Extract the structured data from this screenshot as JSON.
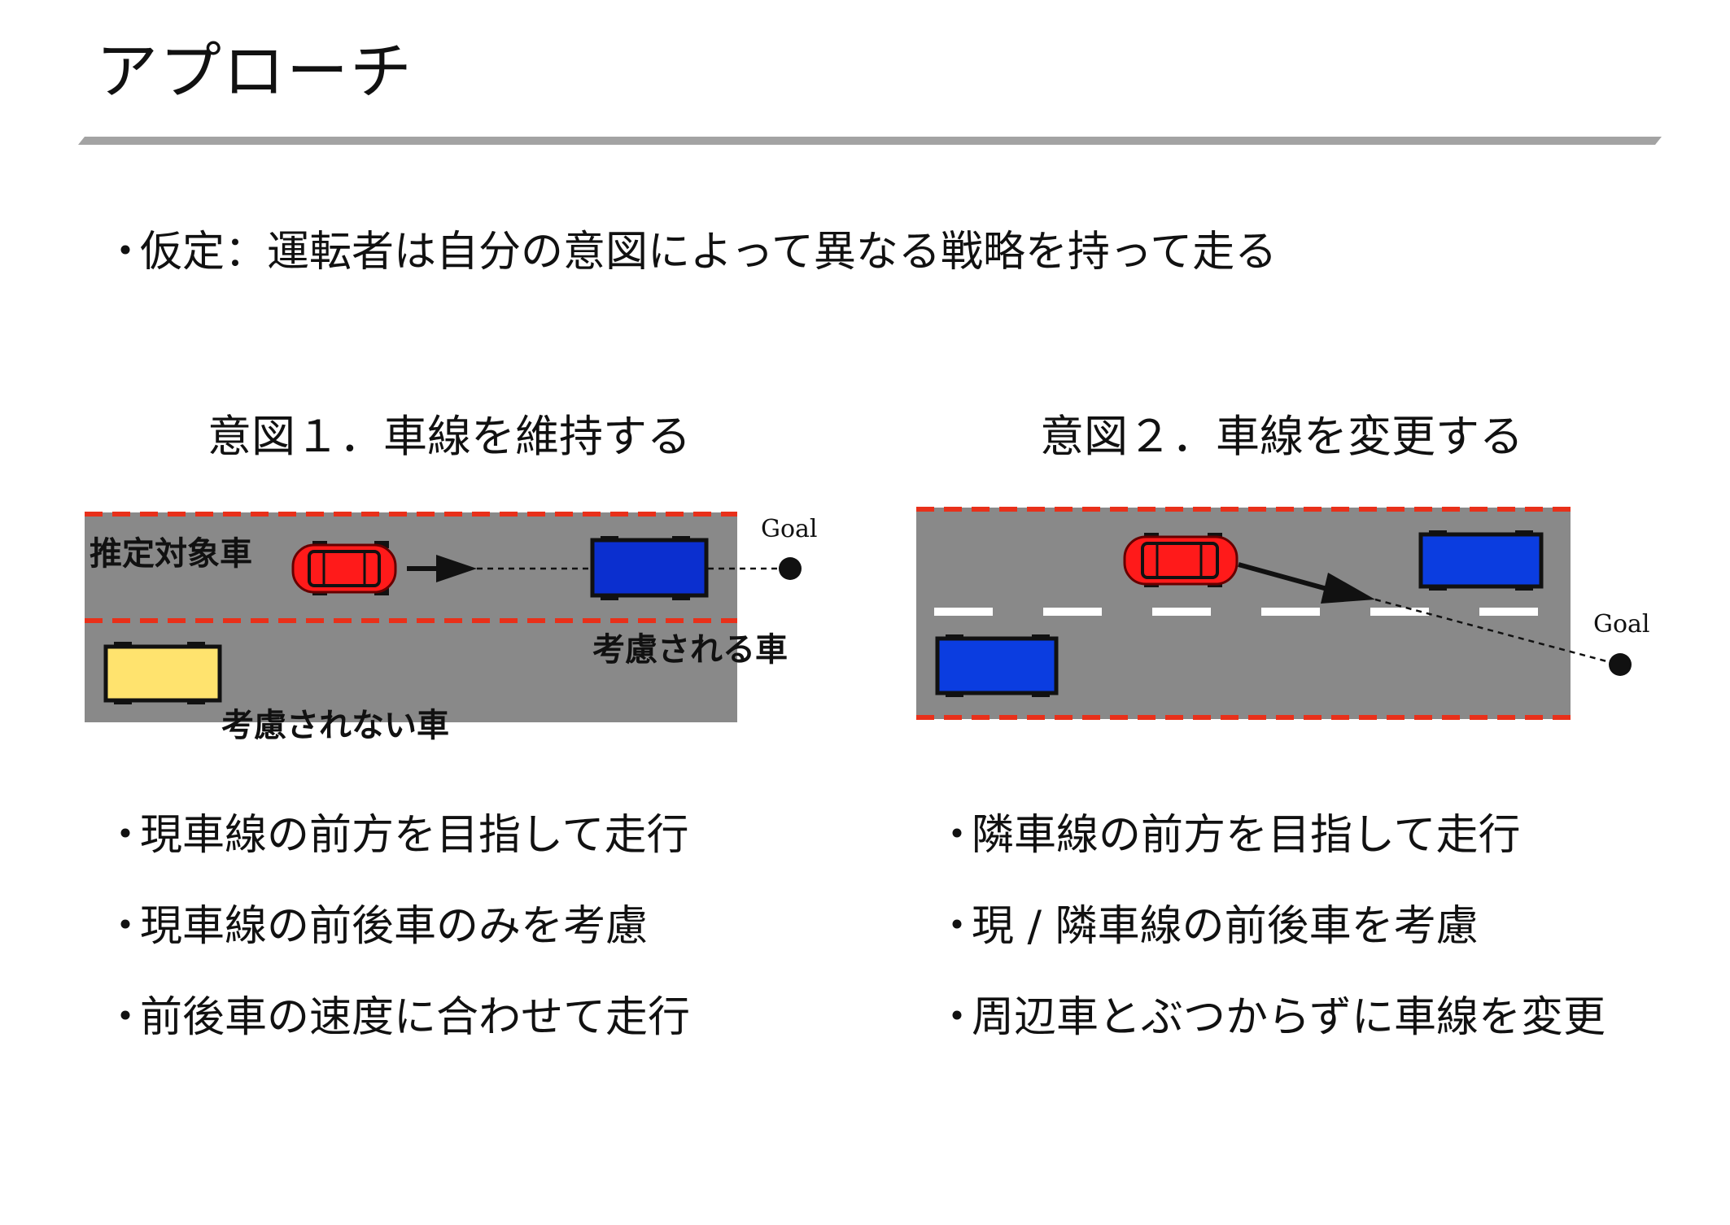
{
  "title": "アプローチ",
  "assumption": "仮定：運転者は自分の意図によって異なる戦略を持って走る",
  "bullet_marker": "・",
  "intent1": {
    "heading": "意図１．車線を維持する",
    "goal_label": "Goal",
    "label_target": "推定対象車",
    "label_considered": "考慮される車",
    "label_not_considered": "考慮されない車",
    "bullets": [
      "現車線の前方を目指して走行",
      "現車線の前後車のみを考慮",
      "前後車の速度に合わせて走行"
    ]
  },
  "intent2": {
    "heading": "意図２．車線を変更する",
    "goal_label": "Goal",
    "bullets": [
      "隣車線の前方を目指して走行",
      "現 / 隣車線の前後車を考慮",
      "周辺車とぶつからずに車線を変更"
    ]
  },
  "colors": {
    "road": "#898989",
    "lane_red": "#e8301a",
    "lane_white": "#ffffff",
    "target_car": "#ff1a1a",
    "considered_car": "#0b2fcf",
    "other_car_blue": "#0b3de0",
    "ignored_car": "#ffe36e",
    "rule": "#a3a3a3"
  }
}
